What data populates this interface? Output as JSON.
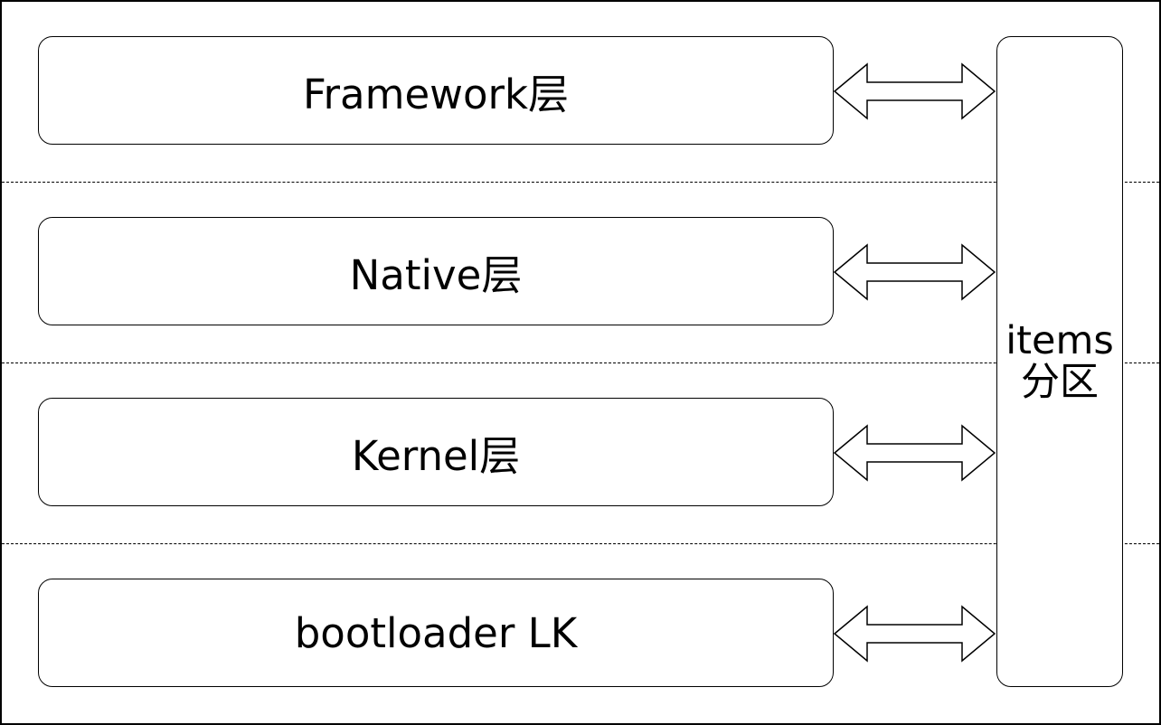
{
  "diagram": {
    "layers": [
      {
        "label": "Framework层"
      },
      {
        "label": "Native层"
      },
      {
        "label": "Kernel层"
      },
      {
        "label": "bootloader LK"
      }
    ],
    "partition": {
      "line1": "items",
      "line2": "分区"
    },
    "colors": {
      "stroke": "#000000",
      "fill": "#ffffff"
    }
  }
}
